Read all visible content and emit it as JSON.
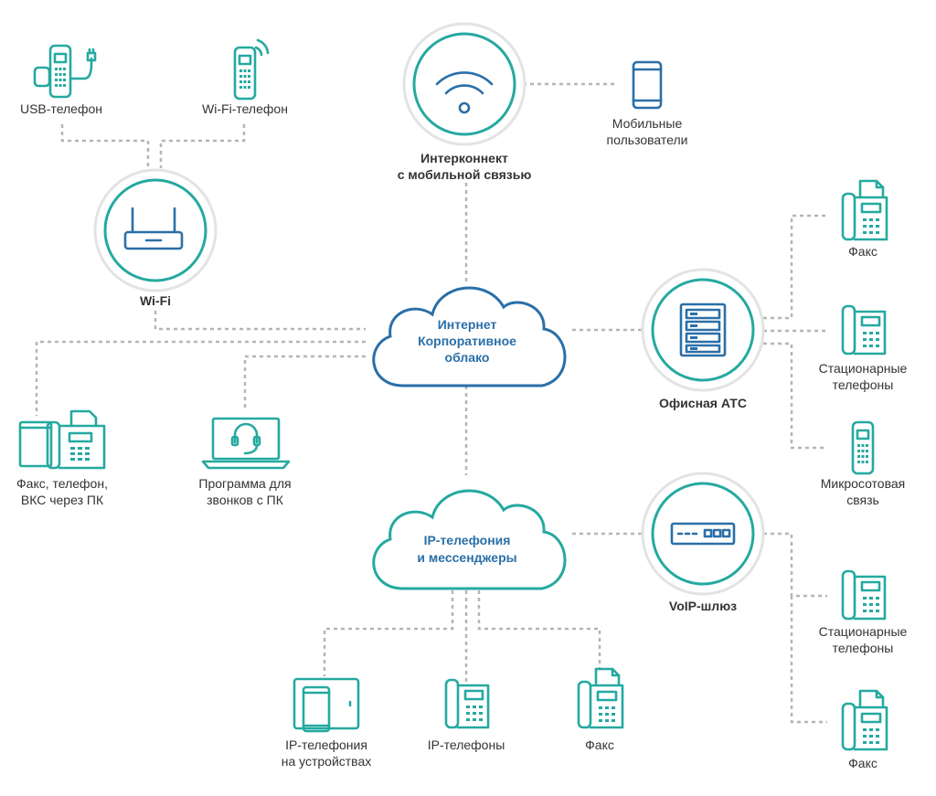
{
  "colors": {
    "accent": "#24a9a0",
    "cloud": "#2a6fa8",
    "connector": "#b5b5b5",
    "text": "#333333"
  },
  "hubs": {
    "wifi": "Wi-Fi",
    "interconnect_line1": "Интерконнект",
    "interconnect_line2": "с мобильной связью",
    "office_pbx": "Офисная АТС",
    "voip_gateway": "VoIP-шлюз"
  },
  "clouds": {
    "internet": {
      "line1": "Интернет",
      "line2": "Корпоративное",
      "line3": "облако"
    },
    "ip": {
      "line1": "IP-телефония",
      "line2": "и мессенджеры"
    }
  },
  "devices": {
    "usb_phone": "USB-телефон",
    "wifi_phone": "Wi-Fi-телефон",
    "mobile_users_line1": "Мобильные",
    "mobile_users_line2": "пользователи",
    "fax_top": "Факс",
    "stationary_top_line1": "Стационарные",
    "stationary_top_line2": "телефоны",
    "micro_line1": "Микросотовая",
    "micro_line2": "связь",
    "pc_fax_line1": "Факс, телефон,",
    "pc_fax_line2": "ВКС через ПК",
    "softphone_line1": "Программа для",
    "softphone_line2": "звонков с ПК",
    "stationary_bottom_line1": "Стационарные",
    "stationary_bottom_line2": "телефоны",
    "fax_bottom": "Факс",
    "ip_devices_line1": "IP-телефония",
    "ip_devices_line2": "на устройствах",
    "ip_phones": "IP-телефоны",
    "fax_ip": "Факс"
  },
  "icons": {
    "wifi_router": "router-icon",
    "wifi_signal": "wifi-signal-icon",
    "pbx": "server-rack-icon",
    "gateway": "gateway-icon",
    "desk_phone": "desk-phone-icon",
    "fax": "fax-icon",
    "handset": "cordless-phone-icon",
    "smartphone": "smartphone-icon",
    "laptop_headset": "laptop-headset-icon",
    "tablet": "tablet-icon"
  }
}
